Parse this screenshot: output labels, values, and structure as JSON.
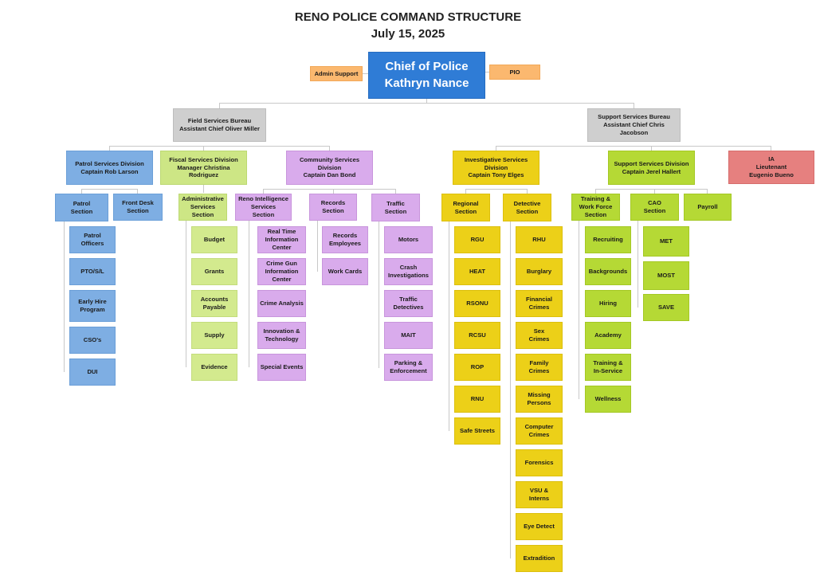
{
  "header": {
    "title": "RENO POLICE COMMAND STRUCTURE",
    "date": "July 15, 2025"
  },
  "chief": {
    "title": "Chief of Police",
    "name": "Kathryn Nance"
  },
  "admin_support": "Admin Support",
  "pio": "PIO",
  "bureaus": {
    "field": "Field Services Bureau\nAssistant Chief Oliver Miller",
    "support": "Support Services Bureau\nAssistant Chief Chris Jacobson"
  },
  "divisions": {
    "patrol": "Patrol Services Division\nCaptain  Rob Larson",
    "fiscal": "Fiscal Services Division\nManager Christina Rodriguez",
    "community": "Community Services Division\nCaptain Dan Bond",
    "investigative": "Investigative Services Division\nCaptain Tony Elges",
    "support": "Support Services Division\nCaptain Jerel Hallert",
    "ia": "IA\nLieutenant\nEugenio Bueno"
  },
  "sections": {
    "patrol": "Patrol\nSection",
    "front_desk": "Front Desk\nSection",
    "administrative": "Administrative\nServices\nSection",
    "reno_intelligence": "Reno Intelligence\nServices\nSection",
    "records": "Records\nSection",
    "traffic": "Traffic\nSection",
    "regional": "Regional\nSection",
    "detective": "Detective\nSection",
    "training": "Training &\nWork Force\nSection",
    "cao": "CAO\nSection",
    "payroll": "Payroll"
  },
  "units": {
    "patrol": [
      "Patrol\nOfficers",
      "PTO/S/L",
      "Early Hire\nProgram",
      "CSO's",
      "DUI"
    ],
    "admin": [
      "Budget",
      "Grants",
      "Accounts\nPayable",
      "Supply",
      "Evidence"
    ],
    "intel": [
      "Real Time\nInformation\nCenter",
      "Crime Gun\nInformation\nCenter",
      "Crime Analysis",
      "Innovation &\nTechnology",
      "Special Events"
    ],
    "records": [
      "Records\nEmployees",
      "Work Cards"
    ],
    "traffic": [
      "Motors",
      "Crash\nInvestigations",
      "Traffic\nDetectives",
      "MAIT",
      "Parking &\nEnforcement"
    ],
    "regional": [
      "RGU",
      "HEAT",
      "RSONU",
      "RCSU",
      "ROP",
      "RNU",
      "Safe Streets"
    ],
    "detective": [
      "RHU",
      "Burglary",
      "Financial\nCrimes",
      "Sex\nCrimes",
      "Family\nCrimes",
      "Missing\nPersons",
      "Computer\nCrimes",
      "Forensics",
      "VSU &\nInterns",
      "Eye Detect",
      "Extradition"
    ],
    "training": [
      "Recruiting",
      "Backgrounds",
      "Hiring",
      "Academy",
      "Training &\nIn-Service",
      "Wellness"
    ],
    "cao": [
      "MET",
      "MOST",
      "SAVE"
    ]
  }
}
